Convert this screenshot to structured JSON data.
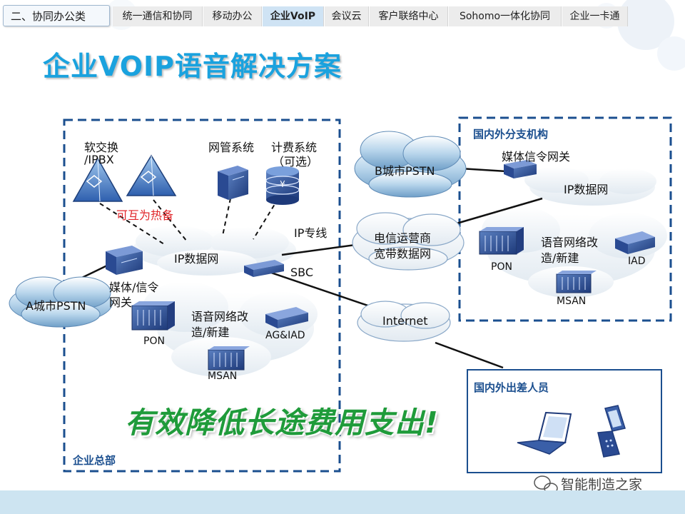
{
  "nav": {
    "section": "二、协同办公类",
    "tabs": [
      {
        "label": "统一通信和协同"
      },
      {
        "label": "移动办公"
      },
      {
        "label": "企业VoIP"
      },
      {
        "label": "会议云"
      },
      {
        "label": "客户联络中心"
      },
      {
        "label": "Sohomo一体化协同"
      },
      {
        "label": "企业一卡通"
      }
    ],
    "active_index": 2
  },
  "title": "企业VOIP语音解决方案",
  "hq": {
    "box_label": "企业总部",
    "softswitch_l1": "软交换",
    "softswitch_l2": "/IPBX",
    "hot_backup": "可互为热备",
    "nms": "网管系统",
    "billing_l1": "计费系统",
    "billing_l2": "（可选）",
    "ip_net": "IP数据网",
    "gateway_l1": "媒体/信令",
    "gateway_l2": "网关",
    "sbc": "SBC",
    "pstn": "A城市PSTN",
    "rebuild_l1": "语音网络改",
    "rebuild_l2": "造/新建",
    "pon": "PON",
    "ag_iad": "AG&IAD",
    "msan": "MSAN"
  },
  "ip_line": "IP专线",
  "carrier_l1": "电信运营商",
  "carrier_l2": "宽带数据网",
  "internet": "Internet",
  "branch": {
    "box_label": "国内外分支机构",
    "pstn": "B城市PSTN",
    "gateway": "媒体信令网关",
    "ip_net": "IP数据网",
    "rebuild_l1": "语音网络改",
    "rebuild_l2": "造/新建",
    "pon": "PON",
    "iad": "IAD",
    "msan": "MSAN"
  },
  "travel": {
    "box_label": "国内外出差人员"
  },
  "slogan": "有效降低长途费用支出!",
  "watermark": "智能制造之家",
  "colors": {
    "title": "#1aa2de",
    "slogan": "#1f9b3a",
    "box_border": "#1b4f8f",
    "hot_backup": "#e0262a"
  }
}
